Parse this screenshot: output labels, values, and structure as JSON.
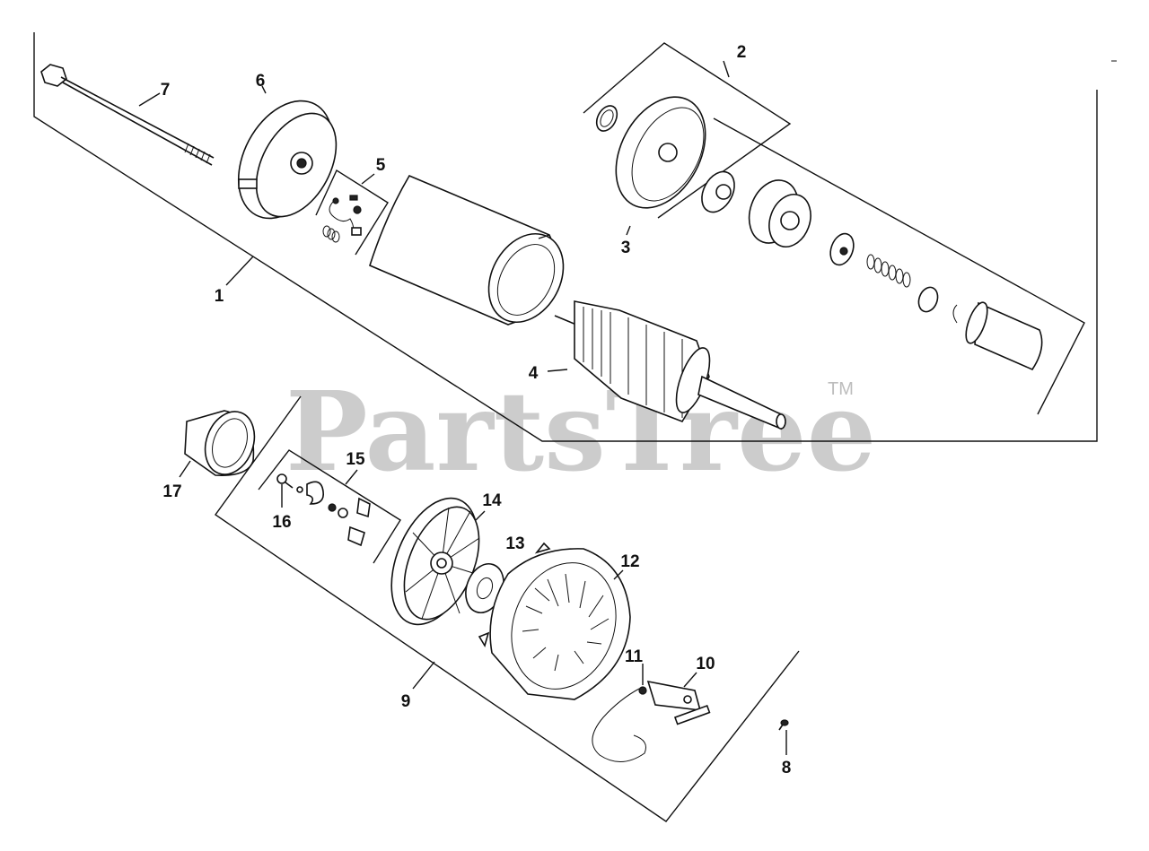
{
  "watermark": {
    "text": "PartsTree",
    "trademark": "TM"
  },
  "callouts": [
    {
      "id": "1",
      "label": "1"
    },
    {
      "id": "2",
      "label": "2"
    },
    {
      "id": "3",
      "label": "3"
    },
    {
      "id": "4",
      "label": "4"
    },
    {
      "id": "5",
      "label": "5"
    },
    {
      "id": "6",
      "label": "6"
    },
    {
      "id": "7",
      "label": "7"
    },
    {
      "id": "8",
      "label": "8"
    },
    {
      "id": "9",
      "label": "9"
    },
    {
      "id": "10",
      "label": "10"
    },
    {
      "id": "11",
      "label": "11"
    },
    {
      "id": "12",
      "label": "12"
    },
    {
      "id": "13",
      "label": "13"
    },
    {
      "id": "14",
      "label": "14"
    },
    {
      "id": "15",
      "label": "15"
    },
    {
      "id": "16",
      "label": "16"
    },
    {
      "id": "17",
      "label": "17"
    }
  ]
}
